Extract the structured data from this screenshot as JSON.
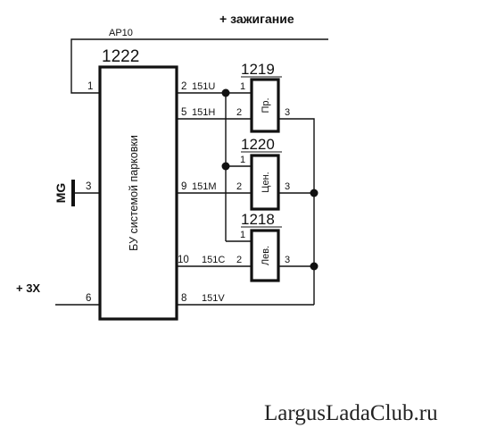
{
  "labels": {
    "ignition": "+ зажигание",
    "ap10": "AP10",
    "plus3x": "+ 3X",
    "mg": "MG",
    "watermark": "LargusLadaClub.ru"
  },
  "main_block": {
    "number": "1222",
    "name": "БУ системой парковки",
    "pins": {
      "p1": "1",
      "p2": "2",
      "p5": "5",
      "p9": "9",
      "p10": "10",
      "p8": "8",
      "p3": "3",
      "p6": "6"
    }
  },
  "wires": {
    "w151U": "151U",
    "w151H": "151H",
    "w151M": "151M",
    "w151C": "151C",
    "w151V": "151V"
  },
  "sensors": [
    {
      "number": "1219",
      "name": "Пр.",
      "pin1": "1",
      "pin2": "2",
      "pin3": "3"
    },
    {
      "number": "1220",
      "name": "Цен.",
      "pin1": "1",
      "pin2": "2",
      "pin3": "3"
    },
    {
      "number": "1218",
      "name": "Лев.",
      "pin1": "1",
      "pin2": "2",
      "pin3": "3"
    }
  ],
  "colors": {
    "ink": "#111111",
    "background": "#ffffff"
  }
}
